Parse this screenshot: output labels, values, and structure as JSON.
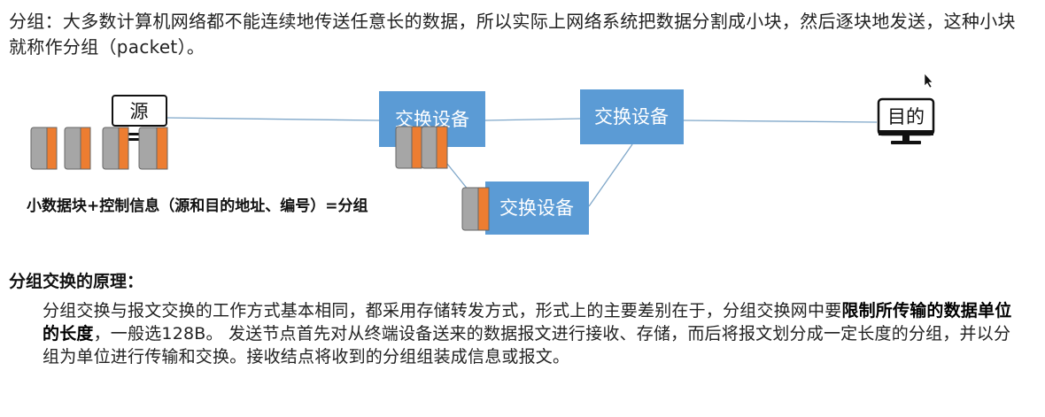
{
  "intro": {
    "text": "分组：大多数计算机网络都不能连续地传送任意长的数据，所以实际上网络系统把数据分割成小块，然后逐块地发送，这种小块就称作分组（packet）。"
  },
  "diagram": {
    "source_label": "源",
    "destination_label": "目的",
    "switch_labels": [
      "交换设备",
      "交换设备",
      "交换设备"
    ],
    "caption": "小数据块+控制信息（源和目的地址、编号）=分组",
    "colors": {
      "switch_fill": "#5B9BD5",
      "packet_data": "#A6A6A6",
      "packet_header": "#ED7D31",
      "link": "#7FA7C9"
    },
    "icons": [
      "computer-monitor-icon",
      "packet-icon",
      "mouse-cursor-icon"
    ]
  },
  "principle": {
    "title": "分组交换的原理：",
    "text_before": "分组交换与报文交换的工作方式基本相同，都采用存储转发方式，形式上的主要差别在于，分组交换网中要",
    "text_bold": "限制所传输的数据单位的长度",
    "text_after": "，一般选128B。 发送节点首先对从终端设备送来的数据报文进行接收、存储，而后将报文划分成一定长度的分组，并以分组为单位进行传输和交换。接收结点将收到的分组组装成信息或报文。"
  }
}
